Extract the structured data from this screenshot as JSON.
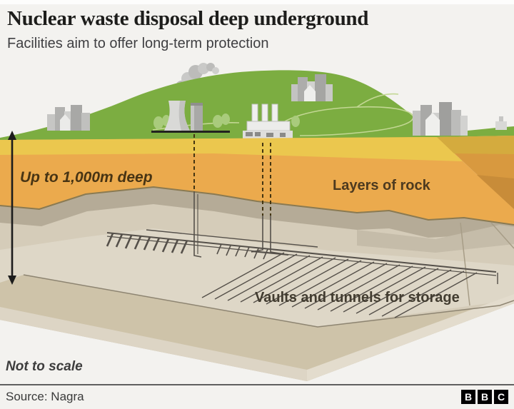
{
  "header": {
    "title": "Nuclear waste disposal deep underground",
    "subtitle": "Facilities aim to offer long-term protection"
  },
  "diagram": {
    "labels": {
      "depth": "Up to 1,000m deep",
      "rock": "Layers of rock",
      "vaults": "Vaults and tunnels for storage",
      "scale_note": "Not to scale"
    },
    "palette": {
      "background": "#f3f2ef",
      "grass_green": "#7cad41",
      "hill_path_green": "#c3d794",
      "yellow_layer": "#ebc74e",
      "orange_layer": "#ebaa4d",
      "side_face_orange": "#d8993f",
      "cavern_rim": "#b5ab97",
      "cavern_floor": "#ded7c7",
      "tunnel_line": "#55504a",
      "shaft_dash": "#443511",
      "arrow_black": "#1c1c1c"
    }
  },
  "footer": {
    "source": "Source: Nagra",
    "logo_letters": [
      "B",
      "B",
      "C"
    ]
  }
}
